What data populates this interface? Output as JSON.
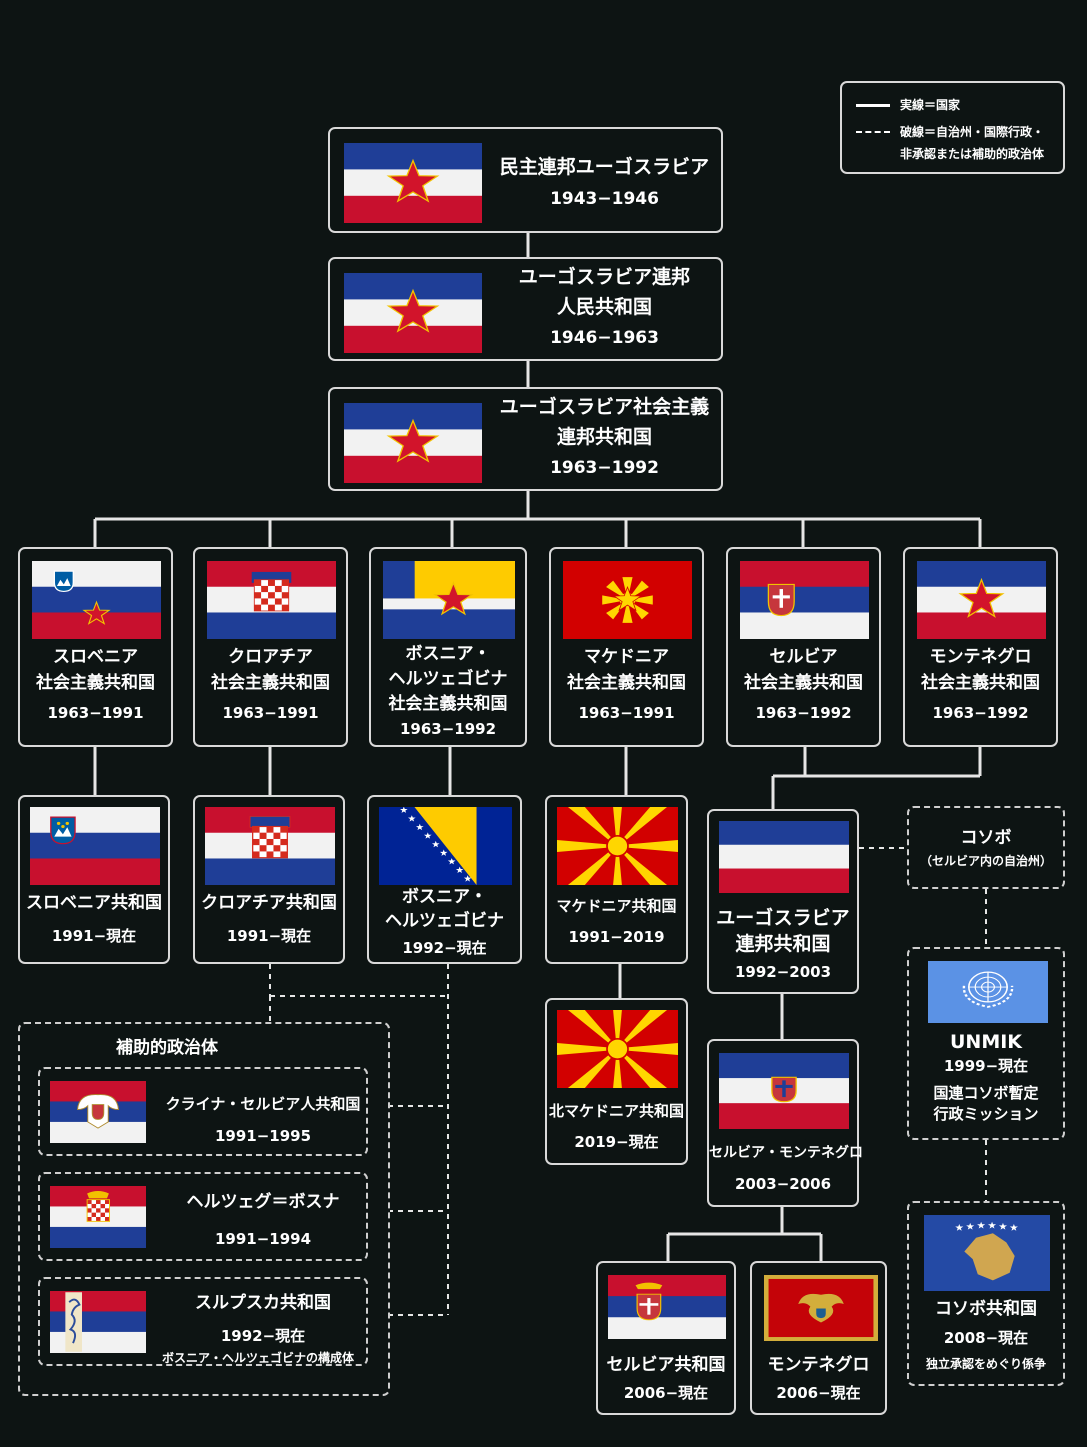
{
  "legend": {
    "solid": "実線＝国家",
    "dashed_line1": "破線＝自治州・国際行政・",
    "dashed_line2": "非承認または補助的政治体"
  },
  "root": [
    {
      "lines": [
        "民主連邦ユーゴスラビア"
      ],
      "years": "1943−1946"
    },
    {
      "lines": [
        "ユーゴスラビア連邦",
        "人民共和国"
      ],
      "years": "1946−1963"
    },
    {
      "lines": [
        "ユーゴスラビア社会主義",
        "連邦共和国"
      ],
      "years": "1963−1992"
    }
  ],
  "republics": [
    {
      "lines": [
        "スロベニア",
        "社会主義共和国"
      ],
      "years": "1963−1991"
    },
    {
      "lines": [
        "クロアチア",
        "社会主義共和国"
      ],
      "years": "1963−1991"
    },
    {
      "lines": [
        "ボスニア・",
        "ヘルツェゴビナ",
        "社会主義共和国"
      ],
      "years": "1963−1992"
    },
    {
      "lines": [
        "マケドニア",
        "社会主義共和国"
      ],
      "years": "1963−1991"
    },
    {
      "lines": [
        "セルビア",
        "社会主義共和国"
      ],
      "years": "1963−1992"
    },
    {
      "lines": [
        "モンテネグロ",
        "社会主義共和国"
      ],
      "years": "1963−1992"
    }
  ],
  "successors": [
    {
      "lines": [
        "スロベニア共和国"
      ],
      "years": "1991−現在"
    },
    {
      "lines": [
        "クロアチア共和国"
      ],
      "years": "1991−現在"
    },
    {
      "lines": [
        "ボスニア・",
        "ヘルツェゴビナ"
      ],
      "years": "1992−現在"
    },
    {
      "lines": [
        "マケドニア共和国"
      ],
      "years": "1991−2019"
    },
    {
      "lines": [
        "ユーゴスラビア",
        "連邦共和国"
      ],
      "years": "1992−2003"
    }
  ],
  "north_macedonia": {
    "lines": [
      "北マケドニア共和国"
    ],
    "years": "2019−現在"
  },
  "serbia_montenegro": {
    "lines": [
      "セルビア・モンテネグロ"
    ],
    "years": "2003−2006"
  },
  "serbia": {
    "lines": [
      "セルビア共和国"
    ],
    "years": "2006−現在"
  },
  "montenegro": {
    "lines": [
      "モンテネグロ"
    ],
    "years": "2006−現在"
  },
  "kosovo_province": {
    "lines": [
      "コソボ",
      "（セルビア内の自治州）"
    ]
  },
  "unmik": {
    "lines": [
      "UNMIK",
      "1999−現在",
      "国連コソボ暫定",
      "行政ミッション"
    ]
  },
  "kosovo_republic": {
    "lines": [
      "コソボ共和国",
      "2008−現在",
      "独立承認をめぐり係争"
    ]
  },
  "auxiliary": {
    "title": "補助的政治体",
    "items": [
      {
        "lines": [
          "クライナ・セルビア人共和国"
        ],
        "years": "1991−1995"
      },
      {
        "lines": [
          "ヘルツェグ＝ボスナ"
        ],
        "years": "1991−1994"
      },
      {
        "lines": [
          "スルプスカ共和国"
        ],
        "years": "1992−現在",
        "note": "ボスニア・ヘルツェゴビナの構成体"
      }
    ]
  },
  "colors": {
    "background": "#0d1413",
    "yugo_blue": "#1f3e97",
    "yugo_white": "#f2f2f2",
    "yugo_red": "#c8102e",
    "star_red": "#d2142b",
    "star_border": "#f2c200",
    "macedonia_red": "#d20000",
    "macedonia_yellow": "#ffd600",
    "bosnia_blue": "#002395",
    "bosnia_yellow": "#fecb00",
    "un_blue": "#5b92e5",
    "kosovo_blue": "#244aa5",
    "kosovo_gold": "#d0a650"
  }
}
